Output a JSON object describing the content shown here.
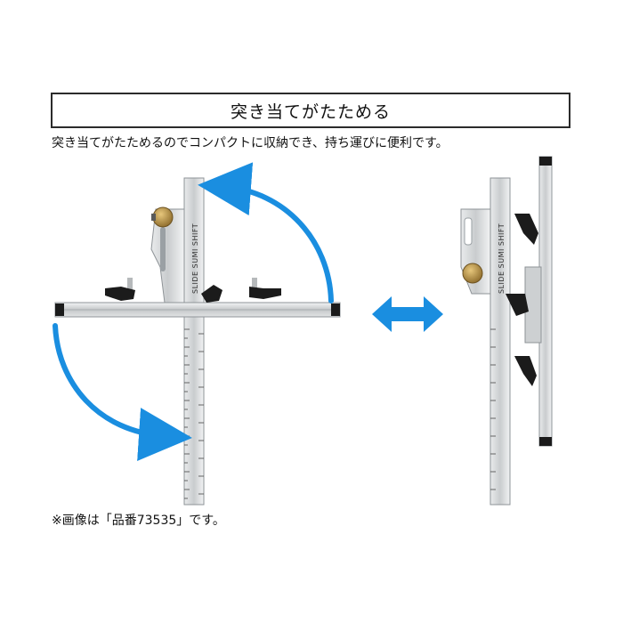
{
  "header": {
    "title": "突き当てがたためる"
  },
  "description": "突き当てがたためるのでコンパクトに収納でき、持ち運びに便利です。",
  "product": {
    "ruler_brand_text": "SLIDE SUMI SHIFT"
  },
  "note": "※画像は「品番73535」です。",
  "colors": {
    "arrow": "#1a8ee0",
    "metal": "#c9ccce",
    "metal_dark": "#8e9397",
    "black": "#1b1b1b",
    "brass": "#b38a3a"
  },
  "icons": {
    "rotate_arrow_top": "curved-arrow-icon",
    "rotate_arrow_bottom": "curved-arrow-icon",
    "swap_arrow": "double-arrow-icon"
  }
}
